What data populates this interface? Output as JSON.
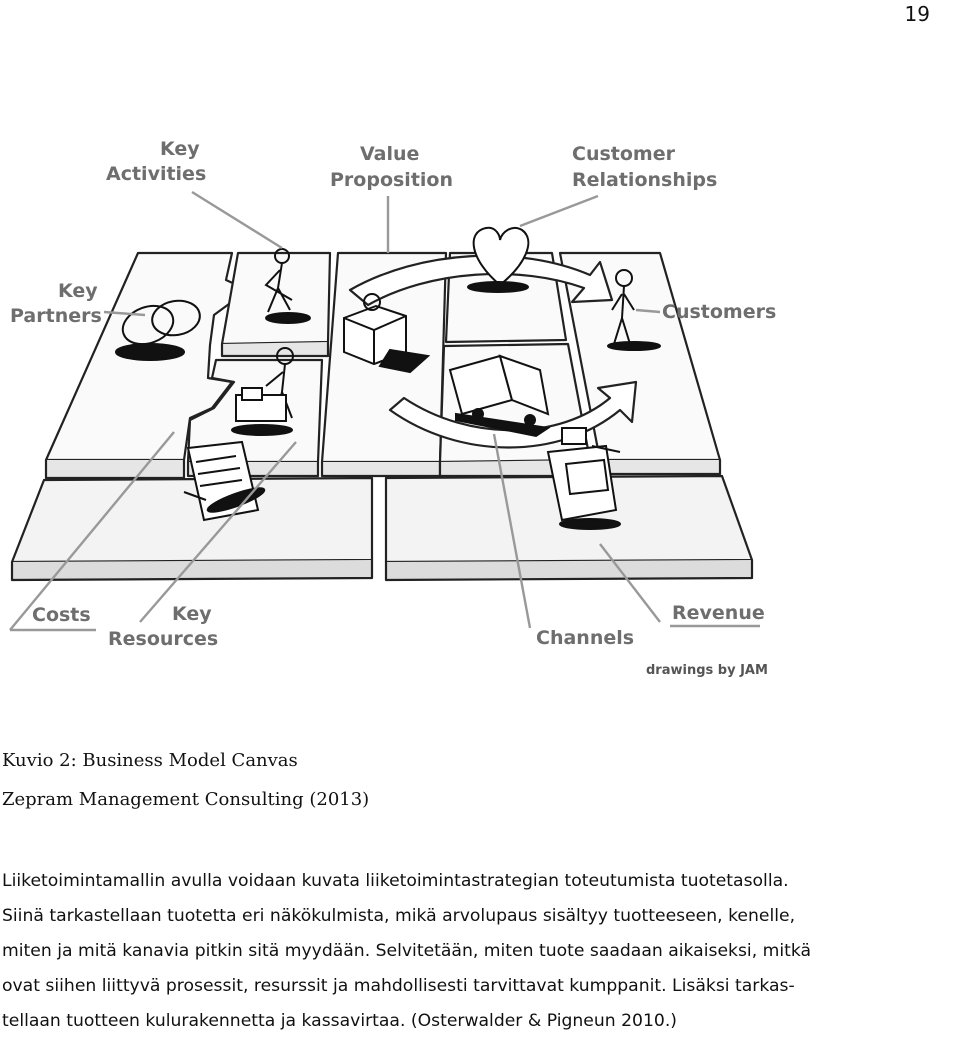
{
  "page_number": "19",
  "figure": {
    "labels": {
      "key_activities": [
        "Key",
        "Activities"
      ],
      "value_proposition": [
        "Value",
        "Proposition"
      ],
      "customer_relationships": [
        "Customer",
        "Relationships"
      ],
      "key_partners": [
        "Key",
        "Partners"
      ],
      "customers": "Customers",
      "costs": "Costs",
      "key_resources": [
        "Key",
        "Resources"
      ],
      "channels": "Channels",
      "revenue": "Revenue"
    },
    "credit": "drawings by JAM"
  },
  "caption": {
    "line1": "Kuvio 2: Business Model Canvas",
    "line2": "Zepram Management Consulting (2013)"
  },
  "body_lines": [
    "Liiketoimintamallin avulla voidaan kuvata liiketoimintastrategian toteutumista tuotetasolla.",
    "Siinä tarkastellaan tuotetta eri näkökulmista, mikä arvolupaus sisältyy tuotteeseen, kenelle,",
    "miten ja mitä kanavia pitkin sitä myydään. Selvitetään, miten tuote saadaan aikaiseksi, mitkä",
    "ovat siihen liittyvä prosessit, resurssit ja mahdollisesti tarvittavat kumppanit. Lisäksi tarkas-",
    "tellaan tuotteen kulurakennetta ja kassavirtaa. (Osterwalder & Pigneun 2010.)"
  ]
}
